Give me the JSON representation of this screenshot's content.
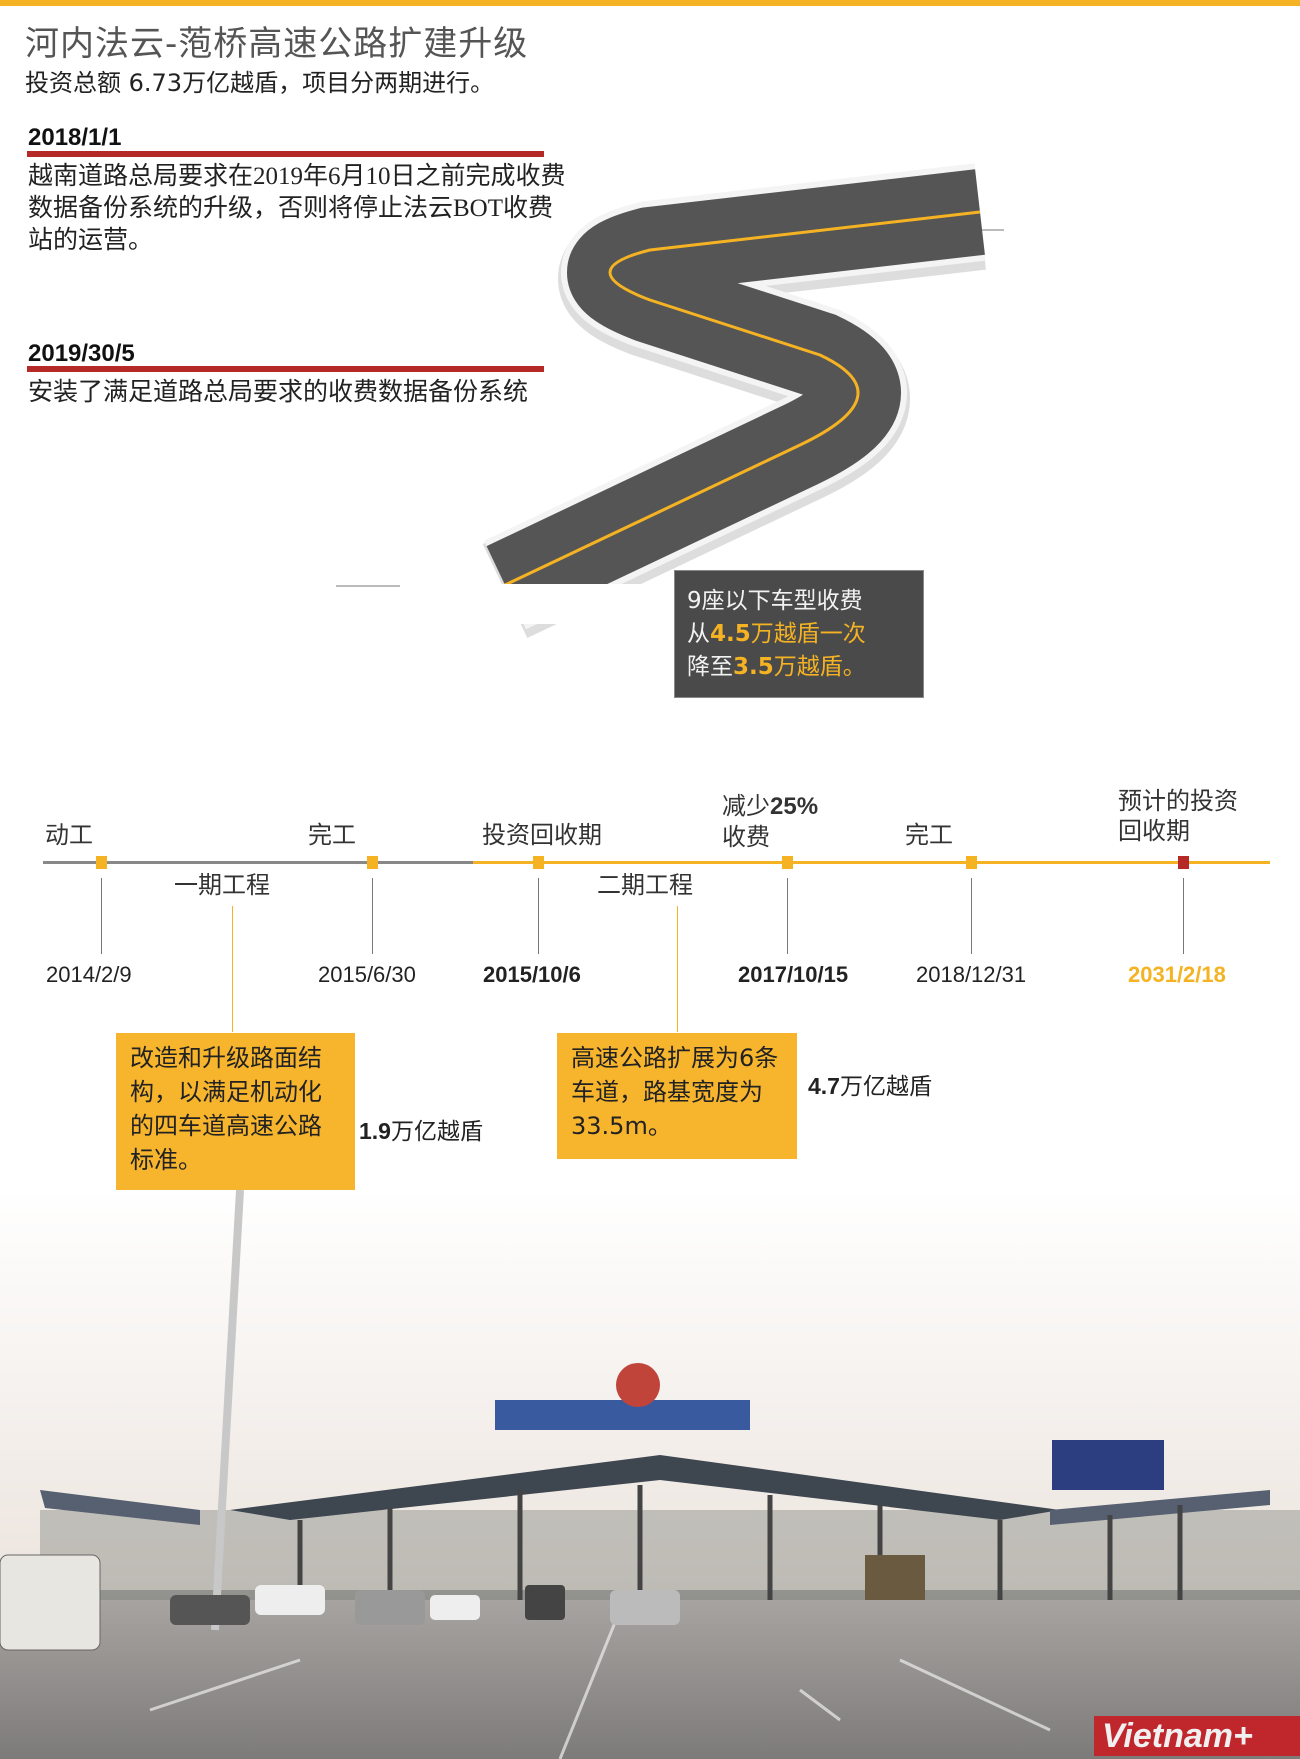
{
  "header": {
    "title": "河内法云-萢桥高速公路扩建升级",
    "subtitle": "投资总额 6.73万亿越盾，项目分两期进行。"
  },
  "events": [
    {
      "date": "2018/1/1",
      "text": "越南道路总局要求在2019年6月10日之前完成收费数据备份系统的升级，否则将停止法云BOT收费站的运营。"
    },
    {
      "date": "2019/30/5",
      "text": "安装了满足道路总局要求的收费数据备份系统"
    }
  ],
  "toll_note": {
    "line1": "9座以下车型收费",
    "line2_prefix": "从",
    "line2_value": "4.5",
    "line2_suffix": "万越盾一次",
    "line3_prefix": "降至",
    "line3_value": "3.5",
    "line3_suffix": "万越盾。"
  },
  "timeline": {
    "milestones": [
      {
        "label": "动工",
        "date": "2014/2/9"
      },
      {
        "label": "完工",
        "date": "2015/6/30"
      },
      {
        "label": "投资回收期",
        "date": "2015/10/6"
      },
      {
        "label_line1_prefix": "减少",
        "label_line1_bold": "25%",
        "label_line2": "收费",
        "date": "2017/10/15"
      },
      {
        "label": "完工",
        "date": "2018/12/31"
      },
      {
        "label_line1": "预计的投资",
        "label_line2": "回收期",
        "date": "2031/2/18"
      }
    ],
    "phases": [
      {
        "name": "一期工程",
        "description": "改造和升级路面结构，以满足机动化的四车道高速公路标准。",
        "amount_value": "1.9",
        "amount_unit": "万亿越盾"
      },
      {
        "name": "二期工程",
        "description": "高速公路扩展为6条车道，路基宽度为33.5m。",
        "amount_value": "4.7",
        "amount_unit": "万亿越盾"
      }
    ]
  },
  "colors": {
    "accent": "#f5b323",
    "red": "#b52a27",
    "gray_box": "#4a4a4a"
  },
  "logo": {
    "text": "Vietnam+"
  }
}
